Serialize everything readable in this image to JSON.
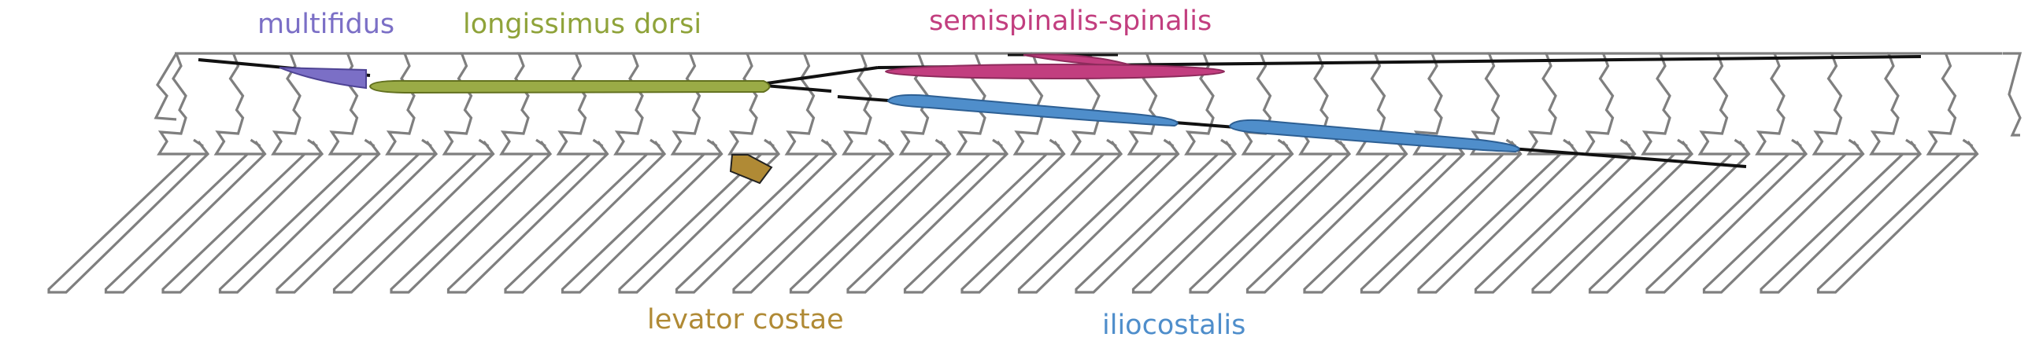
{
  "labels": {
    "multifidus": "multifidus",
    "longissimus": "longissimus dorsi",
    "semispinalis": "semispinalis-spinalis",
    "levator": "levator costae",
    "iliocostalis": "iliocostalis"
  },
  "colors": {
    "outline": "#7f7f7f",
    "tendon": "#111111",
    "multifidus": "#7b6fc6",
    "longissimus": "#8fa33a",
    "semispinalis": "#c23e7f",
    "levator": "#b08a35",
    "iliocostalis": "#4f8ecb"
  },
  "vertebra_count": 32
}
